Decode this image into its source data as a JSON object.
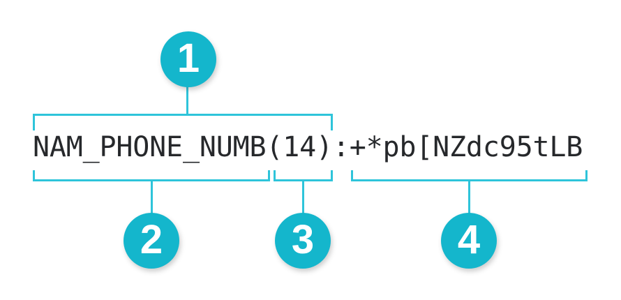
{
  "diagram": {
    "code_string": "NAM_PHONE_NUMB(14):+*pb[NZdc95tLB",
    "callouts": [
      {
        "number": "1",
        "refers_to": "NAM_PHONE_NUMB(14)"
      },
      {
        "number": "2",
        "refers_to": "NAM_PHONE_NUMB"
      },
      {
        "number": "3",
        "refers_to": "(14)"
      },
      {
        "number": "4",
        "refers_to": "+*pb[NZdc95tLB"
      }
    ]
  },
  "colors": {
    "circle_fill": "#14b6cc",
    "line": "#2ec4da",
    "code_text": "#26282b",
    "callout_number": "#ffffff",
    "background": "#ffffff"
  }
}
